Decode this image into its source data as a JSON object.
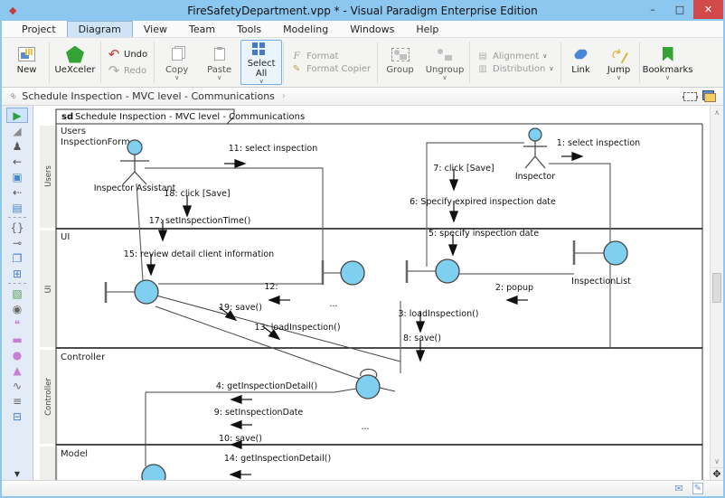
{
  "window": {
    "title": "FireSafetyDepartment.vpp * - Visual Paradigm Enterprise Edition",
    "controls": {
      "minimize": "–",
      "maximize": "□",
      "close": "✕"
    }
  },
  "menu": {
    "items": [
      {
        "label": "Project",
        "selected": false
      },
      {
        "label": "Diagram",
        "selected": true
      },
      {
        "label": "View",
        "selected": false
      },
      {
        "label": "Team",
        "selected": false
      },
      {
        "label": "Tools",
        "selected": false
      },
      {
        "label": "Modeling",
        "selected": false
      },
      {
        "label": "Windows",
        "selected": false
      },
      {
        "label": "Help",
        "selected": false
      }
    ]
  },
  "ribbon": {
    "new": "New",
    "uexceler": "UeXceler",
    "undo": "Undo",
    "redo": "Redo",
    "copy": "Copy",
    "paste": "Paste",
    "select_all": "Select All",
    "format": "Format",
    "format_copier": "Format Copier",
    "group": "Group",
    "ungroup": "Ungroup",
    "alignment": "Alignment",
    "distribution": "Distribution",
    "link": "Link",
    "jump": "Jump",
    "bookmarks": "Bookmarks"
  },
  "icons": {
    "chevron": "∨",
    "undo": "↶",
    "redo": "↷",
    "jump": "↷",
    "format": "F",
    "format_copier": "✎",
    "alignment": "▤",
    "distribution": "▥",
    "link_badge": "∞",
    "breadcrumb_chevron": "›",
    "scroll_up": "∧",
    "scroll_down": "∨",
    "pan": "✥",
    "more": "▼",
    "envelope": "✉",
    "edit": "✎",
    "app": "◆"
  },
  "breadcrumb": {
    "title": "Schedule Inspection - MVC level - Communications"
  },
  "sidebar": {
    "tools": [
      {
        "name": "pointer-tool",
        "glyph": "▶",
        "color": "#2f9e44",
        "selected": true
      },
      {
        "name": "sweeper-tool",
        "glyph": "◢",
        "color": "#8a8a8a"
      },
      {
        "name": "actor-tool",
        "glyph": "♟",
        "color": "#555555"
      },
      {
        "name": "message-tool",
        "glyph": "←",
        "color": "#555555"
      },
      {
        "name": "frame-tool",
        "glyph": "▣",
        "color": "#4a86c8"
      },
      {
        "name": "return-message-tool",
        "glyph": "⇠",
        "color": "#555555"
      },
      {
        "name": "note-tool",
        "glyph": "▤",
        "color": "#4a86c8"
      },
      {
        "type": "sep"
      },
      {
        "name": "constraint-tool",
        "glyph": "{}",
        "color": "#666666"
      },
      {
        "name": "anchor-tool",
        "glyph": "⊸",
        "color": "#666666"
      },
      {
        "name": "package-tool",
        "glyph": "❐",
        "color": "#3a6fd0"
      },
      {
        "name": "model-tool",
        "glyph": "⊞",
        "color": "#4a86c8"
      },
      {
        "type": "sep"
      },
      {
        "name": "image-tool",
        "glyph": "▧",
        "color": "#55a055"
      },
      {
        "name": "screen-capture-tool",
        "glyph": "◉",
        "color": "#666666"
      },
      {
        "name": "callout-tool",
        "glyph": "❝",
        "color": "#c77fd6"
      },
      {
        "name": "rectangle-tool",
        "glyph": "▬",
        "color": "#c77fd6"
      },
      {
        "name": "ellipse-tool",
        "glyph": "●",
        "color": "#c77fd6"
      },
      {
        "name": "polygon-tool",
        "glyph": "▲",
        "color": "#c77fd6"
      },
      {
        "name": "freehand-tool",
        "glyph": "∿",
        "color": "#666666"
      },
      {
        "name": "text-tool",
        "glyph": "≡",
        "color": "#666666"
      },
      {
        "name": "window-tool",
        "glyph": "⊟",
        "color": "#4a86c8"
      }
    ]
  },
  "diagram": {
    "frame_keyword": "sd",
    "frame_title": "Schedule Inspection - MVC level - Communications",
    "lane_labels": {
      "users": "Users",
      "ui": "UI",
      "controller": "Controller"
    },
    "headers": {
      "users": "Users",
      "users_sub": "InspectionForm",
      "ui": "UI",
      "controller": "Controller",
      "model": "Model"
    },
    "actors": {
      "assistant": "Inspector Assistant",
      "inspector": "Inspector"
    },
    "objects": {
      "inspection_list": "InspectionList"
    },
    "messages": {
      "m1": "1: select inspection",
      "m2": "2: popup",
      "m3": "3: loadInspection()",
      "m4": "4: getInspectionDetail()",
      "m5": "5: specify inspection date",
      "m6": "6: Specify expired inspection date",
      "m7": "7: click [Save]",
      "m8": "8: save()",
      "m9": "9: setInspectionDate",
      "m10": "10: save()",
      "m11": "11: select inspection",
      "m12": "12:",
      "m13": "13: loadInspection()",
      "m14": "14: getInspectionDetail()",
      "m15": "15: review detail client information",
      "m17": "17: setInspectionTime()",
      "m18": "18: click [Save]",
      "m19": "19: save()",
      "ellipsis": "..."
    }
  }
}
